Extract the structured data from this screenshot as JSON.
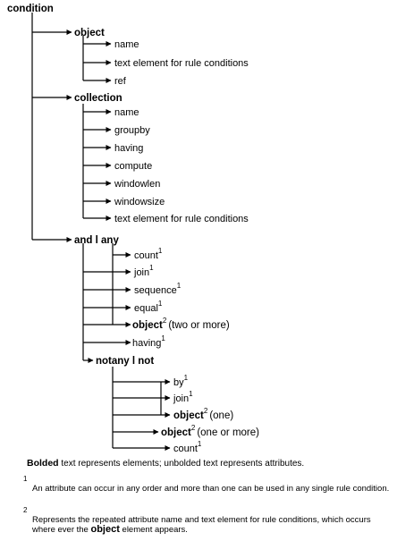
{
  "tree": {
    "root": "condition",
    "nodes": [
      {
        "id": "object",
        "text": "object",
        "bold": true
      },
      {
        "id": "obj-name",
        "text": "name",
        "bold": false
      },
      {
        "id": "obj-text",
        "text": "text element for rule conditions",
        "bold": false
      },
      {
        "id": "obj-ref",
        "text": "ref",
        "bold": false
      },
      {
        "id": "collection",
        "text": "collection",
        "bold": true
      },
      {
        "id": "col-name",
        "text": "name",
        "bold": false
      },
      {
        "id": "col-groupby",
        "text": "groupby",
        "bold": false
      },
      {
        "id": "col-having",
        "text": "having",
        "bold": false
      },
      {
        "id": "col-compute",
        "text": "compute",
        "bold": false
      },
      {
        "id": "col-windowlen",
        "text": "windowlen",
        "bold": false
      },
      {
        "id": "col-windowsize",
        "text": "windowsize",
        "bold": false
      },
      {
        "id": "col-text",
        "text": "text element for rule conditions",
        "bold": false
      },
      {
        "id": "andany",
        "text": "and l any",
        "bold": true
      },
      {
        "id": "aa-count",
        "text": "count",
        "sup": "1",
        "bold": false
      },
      {
        "id": "aa-join",
        "text": "join",
        "sup": "1",
        "bold": false
      },
      {
        "id": "aa-sequence",
        "text": "sequence",
        "sup": "1",
        "bold": false
      },
      {
        "id": "aa-equal",
        "text": "equal",
        "sup": "1",
        "bold": false
      },
      {
        "id": "aa-object",
        "text": "object",
        "sup": "2",
        "suffix": "(two or more)",
        "bold": true
      },
      {
        "id": "aa-having",
        "text": "having",
        "sup": "1",
        "bold": false
      },
      {
        "id": "notany",
        "text": "notany l not",
        "bold": true
      },
      {
        "id": "na-by",
        "text": "by",
        "sup": "1",
        "bold": false
      },
      {
        "id": "na-join",
        "text": "join",
        "sup": "1",
        "bold": false
      },
      {
        "id": "na-object-one",
        "text": "object",
        "sup": "2",
        "suffix": "(one)",
        "bold": true
      },
      {
        "id": "na-object-more",
        "text": "object",
        "sup": "2",
        "suffix": "(one or more)",
        "bold": true
      },
      {
        "id": "na-count",
        "text": "count",
        "sup": "1",
        "bold": false
      }
    ]
  },
  "legend": {
    "bolded_word": "Bolded",
    "bolded_rest": " text represents elements; unbolded text represents attributes.",
    "note1_mark": "1",
    "note1_text": "An attribute can occur in any order and more than one can be used in any single rule condition.",
    "note2_mark": "2",
    "note2_text_a": "Represents the repeated attribute name and text element for rule conditions, which occurs where ever the ",
    "note2_bold": "object",
    "note2_text_b": " element appears."
  }
}
